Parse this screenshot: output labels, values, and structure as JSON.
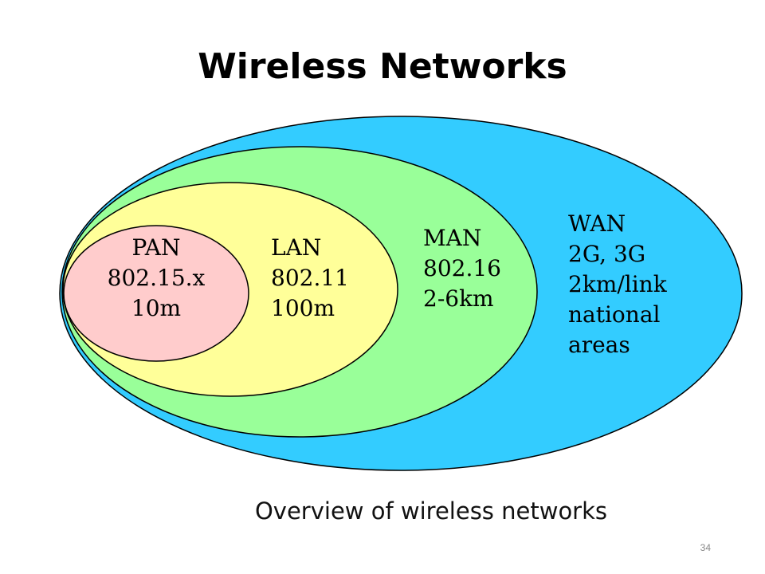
{
  "title": "Wireless Networks",
  "networks": [
    {
      "id": "wan",
      "lines": [
        "WAN",
        "2G, 3G",
        "2km/link",
        "national",
        "areas"
      ],
      "fill": "#33CCFF"
    },
    {
      "id": "man",
      "lines": [
        "MAN",
        "802.16",
        "2-6km"
      ],
      "fill": "#99FF99"
    },
    {
      "id": "lan",
      "lines": [
        "LAN",
        "802.11",
        "100m"
      ],
      "fill": "#FFFF99"
    },
    {
      "id": "pan",
      "lines": [
        "PAN",
        "802.15.x",
        "10m"
      ],
      "fill": "#FFCCCC"
    }
  ],
  "caption": "Overview of wireless networks",
  "page_number": "34"
}
